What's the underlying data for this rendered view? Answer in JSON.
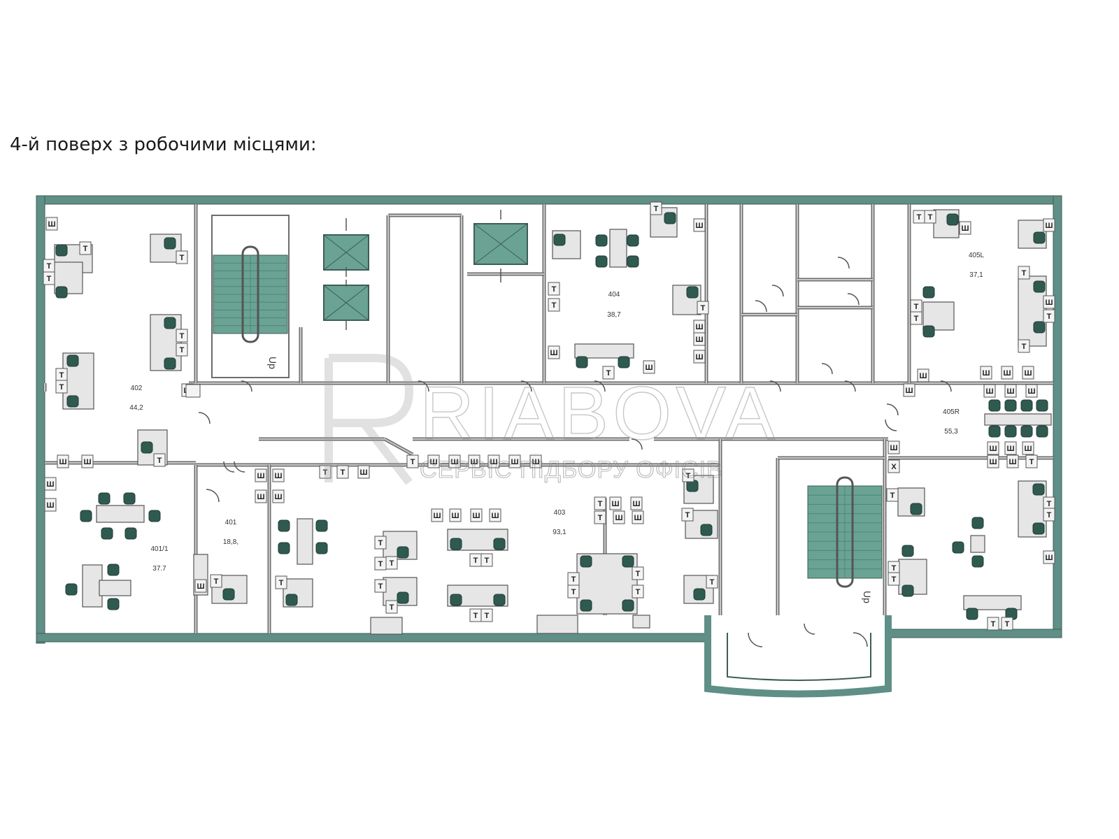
{
  "title": "4-й поверх з робочими місцями:",
  "colors": {
    "wall": "#5f8f86",
    "wallDark": "#3d5d56",
    "stair": "#6aa393",
    "desk": "#e6e6e6",
    "chair": "#2f5a50",
    "bg": "#ffffff"
  },
  "rooms": [
    {
      "id": "402",
      "name": "402",
      "area": "44,2"
    },
    {
      "id": "404",
      "name": "404",
      "area": "38,7"
    },
    {
      "id": "405L",
      "name": "405L",
      "area": "37,1"
    },
    {
      "id": "405R",
      "name": "405R",
      "area": "55,3"
    },
    {
      "id": "401/1",
      "name": "401/1",
      "area": "37.7"
    },
    {
      "id": "401",
      "name": "401",
      "area": "18,8,"
    },
    {
      "id": "403",
      "name": "403",
      "area": "93,1"
    }
  ],
  "stairs": [
    {
      "label": "Up"
    },
    {
      "label": "Up"
    }
  ],
  "furniture_labels": {
    "cabinet": "Ш",
    "phone": "Т",
    "x": "Х"
  },
  "watermark": {
    "brand": "RIABOVA",
    "tagline": "СЕРВІС ПІДБОРУ ОФІСІВ"
  },
  "icons": {
    "elevator": "elevator-icon",
    "stair": "stair-icon",
    "door": "door-icon",
    "chair": "chair-icon"
  }
}
